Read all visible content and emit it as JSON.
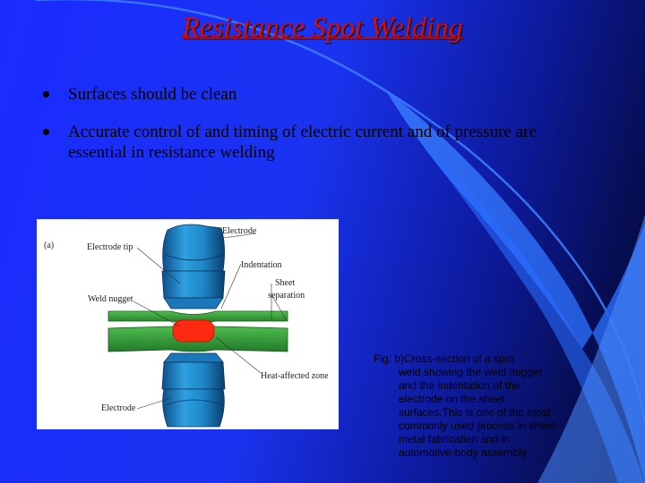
{
  "slide": {
    "title": "Resistance Spot Welding",
    "bullets": [
      {
        "lines": [
          "Surfaces should be clean"
        ]
      },
      {
        "lines": [
          "Accurate control of and timing of electric current and of pressure are",
          "essential in resistance welding"
        ]
      }
    ]
  },
  "figure": {
    "panel_label": "(a)",
    "labels": {
      "electrode_top": "Electrode",
      "electrode_tip": "Electrode  tip",
      "indentation": "Indentation",
      "sheet_separation_1": "Sheet",
      "sheet_separation_2": "separation",
      "weld_nugget": "Weld  nugget",
      "heat_affected_zone": "Heat-affected  zone",
      "electrode_bottom": "Electrode"
    },
    "colors": {
      "electrode": "#1e88c8",
      "sheet": "#2e9a3a",
      "nugget": "#ff2a10"
    }
  },
  "caption": {
    "prefix": "Fig: ",
    "lines": [
      "b)Cross-section of a spot",
      "weld,showing the weld nugget",
      "and the indentation of the",
      "electrode on the sheet",
      "surfaces.This is one of the most",
      "commonly used process in sheet-",
      "metal fabrication and in",
      "automotive-body assembly"
    ]
  }
}
